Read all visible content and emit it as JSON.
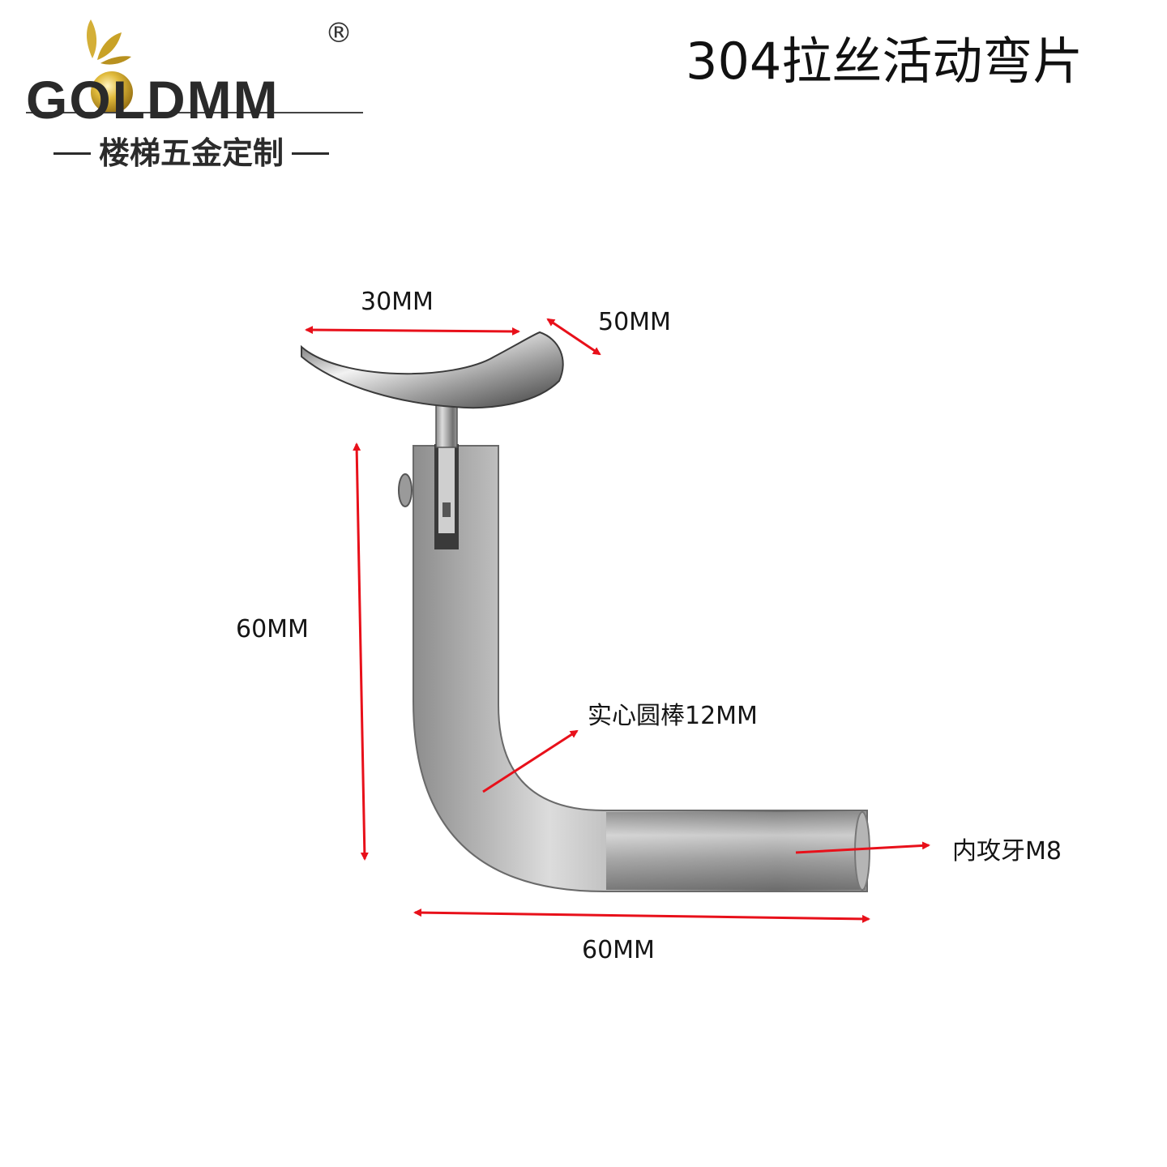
{
  "brand": {
    "wordmark": "GOLDMM",
    "registered_mark": "®",
    "slogan": "楼梯五金定制",
    "accent_color": "#c9a227",
    "icon": "leaf-sprout-icon"
  },
  "product": {
    "title": "304拉丝活动弯片"
  },
  "annotations": {
    "top_width": "30MM",
    "top_depth": "50MM",
    "height": "60MM",
    "solid_bar": "实心圆棒12MM",
    "thread": "内攻牙M8",
    "bottom_length": "60MM",
    "arrow_color": "#e8101a"
  }
}
